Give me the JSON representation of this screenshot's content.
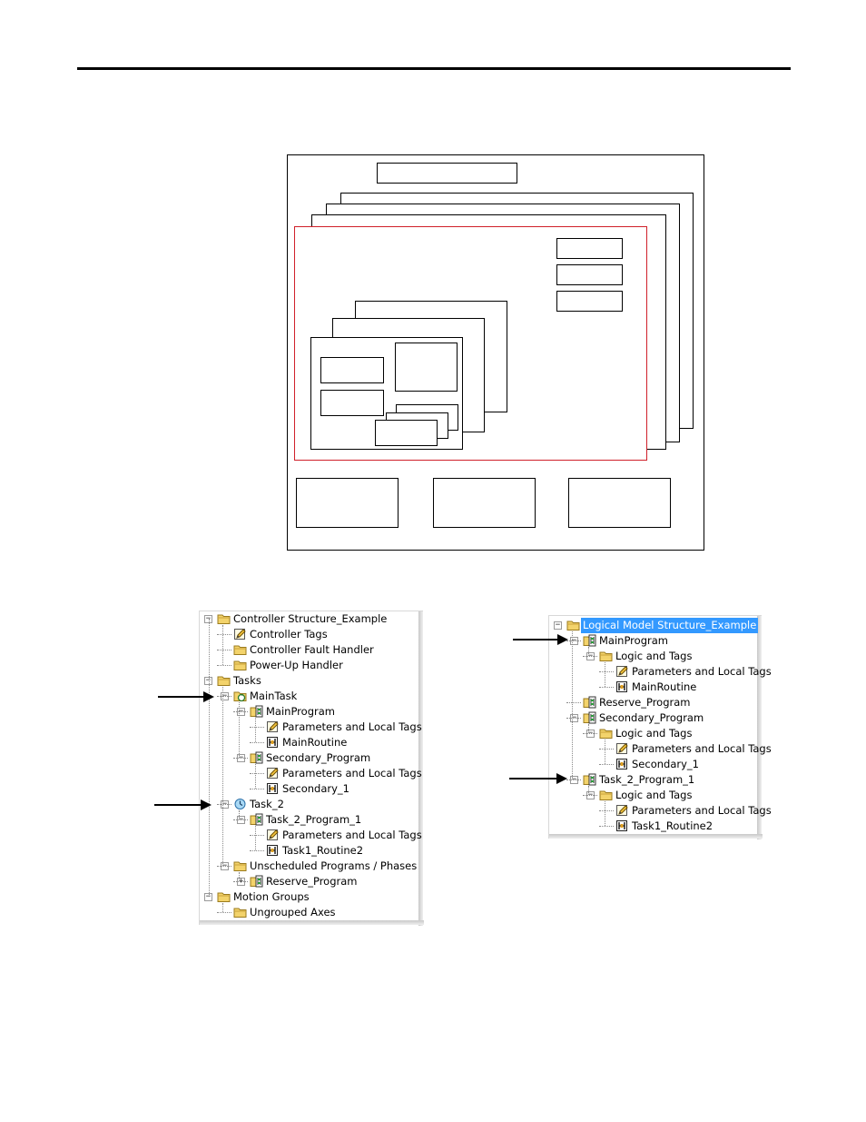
{
  "colors": {
    "rule": "#000000",
    "highlight_box": "#d0202a",
    "selection": "#3399ff",
    "folder": "#f3d36b"
  },
  "controller_tree": {
    "nodes": [
      {
        "label": "Controller Structure_Example",
        "icon": "folder-icon",
        "expander": "minus"
      },
      {
        "label": "Controller Tags",
        "icon": "tags-icon"
      },
      {
        "label": "Controller Fault Handler",
        "icon": "folder-icon"
      },
      {
        "label": "Power-Up Handler",
        "icon": "folder-icon"
      },
      {
        "label": "Tasks",
        "icon": "folder-icon",
        "expander": "minus"
      },
      {
        "label": "MainTask",
        "icon": "continuous-task-icon",
        "expander": "minus"
      },
      {
        "label": "MainProgram",
        "icon": "program-icon",
        "expander": "minus"
      },
      {
        "label": "Parameters and Local Tags",
        "icon": "tags-icon"
      },
      {
        "label": "MainRoutine",
        "icon": "routine-icon"
      },
      {
        "label": "Secondary_Program",
        "icon": "program-icon",
        "expander": "minus"
      },
      {
        "label": "Parameters and Local Tags",
        "icon": "tags-icon"
      },
      {
        "label": "Secondary_1",
        "icon": "routine-icon"
      },
      {
        "label": "Task_2",
        "icon": "periodic-task-icon",
        "expander": "minus"
      },
      {
        "label": "Task_2_Program_1",
        "icon": "program-icon",
        "expander": "minus"
      },
      {
        "label": "Parameters and Local Tags",
        "icon": "tags-icon"
      },
      {
        "label": "Task1_Routine2",
        "icon": "routine-icon"
      },
      {
        "label": "Unscheduled Programs / Phases",
        "icon": "folder-icon",
        "expander": "minus"
      },
      {
        "label": "Reserve_Program",
        "icon": "program-icon",
        "expander": "plus"
      },
      {
        "label": "Motion Groups",
        "icon": "folder-icon",
        "expander": "minus"
      },
      {
        "label": "Ungrouped Axes",
        "icon": "folder-icon"
      }
    ]
  },
  "logical_tree": {
    "nodes": [
      {
        "label": "Logical Model Structure_Example",
        "icon": "folder-icon",
        "expander": "minus",
        "selected": true
      },
      {
        "label": "MainProgram",
        "icon": "program-icon",
        "expander": "minus"
      },
      {
        "label": "Logic and Tags",
        "icon": "folder-icon",
        "expander": "minus"
      },
      {
        "label": "Parameters and Local Tags",
        "icon": "tags-icon"
      },
      {
        "label": "MainRoutine",
        "icon": "routine-icon"
      },
      {
        "label": "Reserve_Program",
        "icon": "program-icon"
      },
      {
        "label": "Secondary_Program",
        "icon": "program-icon",
        "expander": "minus"
      },
      {
        "label": "Logic and Tags",
        "icon": "folder-icon",
        "expander": "minus"
      },
      {
        "label": "Parameters and Local Tags",
        "icon": "tags-icon"
      },
      {
        "label": "Secondary_1",
        "icon": "routine-icon"
      },
      {
        "label": "Task_2_Program_1",
        "icon": "program-icon",
        "expander": "minus"
      },
      {
        "label": "Logic and Tags",
        "icon": "folder-icon",
        "expander": "minus"
      },
      {
        "label": "Parameters and Local Tags",
        "icon": "tags-icon"
      },
      {
        "label": "Task1_Routine2",
        "icon": "routine-icon"
      }
    ]
  }
}
